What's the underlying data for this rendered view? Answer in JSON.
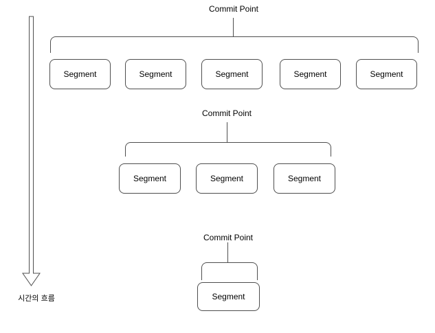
{
  "diagram": {
    "timeline_label": "시간의 흐름",
    "groups": [
      {
        "title": "Commit Point",
        "segments": [
          "Segment",
          "Segment",
          "Segment",
          "Segment",
          "Segment"
        ]
      },
      {
        "title": "Commit Point",
        "segments": [
          "Segment",
          "Segment",
          "Segment"
        ]
      },
      {
        "title": "Commit Point",
        "segments": [
          "Segment"
        ]
      }
    ],
    "colors": {
      "line": "#4d4d4d",
      "text": "#000000",
      "background": "#ffffff"
    }
  }
}
